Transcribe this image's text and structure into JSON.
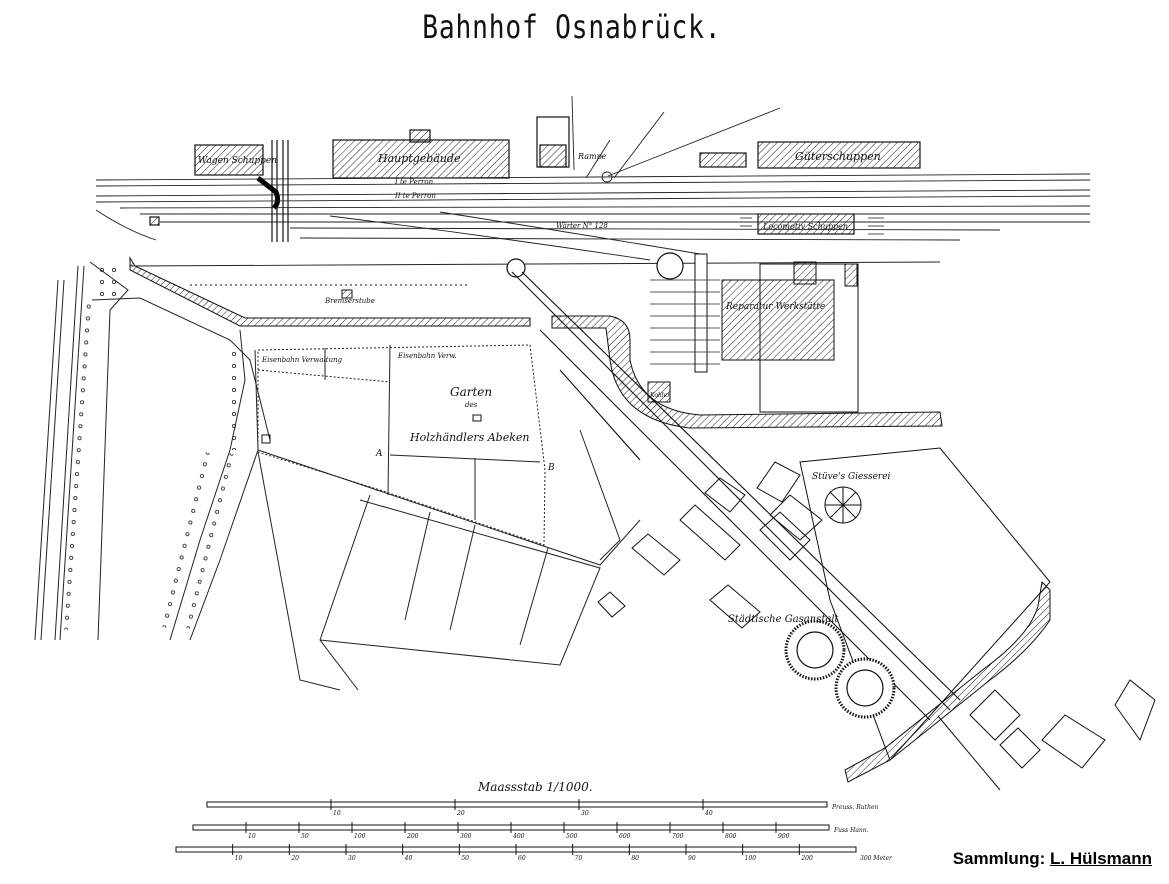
{
  "title": "Bahnhof Osnabrück.",
  "labels": {
    "wagen_schuppen": "Wagen Schuppen",
    "hauptgebaeude": "Hauptgebäude",
    "rampe": "Rampe",
    "gueterschuppen": "Güterschuppen",
    "perron_1": "I te Perron",
    "perron_2": "II te Perron",
    "waerter": "Wärter N° 128",
    "lokomotiv_schuppen": "Locomotiv Schuppen",
    "bremserstube": "Bremserstube",
    "reparatur_werkstaette": "Reparatur Werkstätte",
    "kohlen": "Kohlen",
    "eisenbahn_verwaltung": "Eisenbahn Verwaltung",
    "eisenbahn_verw": "Eisenbahn Verw.",
    "garten": "Garten",
    "des": "des",
    "holzhaendler": "Holzhändlers Abeken",
    "marker_a": "A",
    "marker_b": "B",
    "stuve_giesserei": "Stüve's Giesserei",
    "staedtische_gasanstalt": "Städtische Gasanstalt",
    "massstab": "Maassstab 1/1000."
  },
  "scales": {
    "ruthen": {
      "ticks": [
        "10",
        "20",
        "30",
        "40"
      ],
      "unit": "Preuss. Ruthen"
    },
    "fuss": {
      "ticks": [
        "10",
        "50",
        "100",
        "200",
        "300",
        "400",
        "500",
        "600",
        "700",
        "800",
        "900"
      ],
      "unit": "Fuss Hann."
    },
    "meter": {
      "ticks": [
        "10",
        "20",
        "30",
        "40",
        "50",
        "60",
        "70",
        "80",
        "90",
        "100",
        "200"
      ],
      "unit": "300 Meter"
    }
  },
  "credit": {
    "prefix": "Sammlung: ",
    "name": "L. Hülsmann"
  }
}
